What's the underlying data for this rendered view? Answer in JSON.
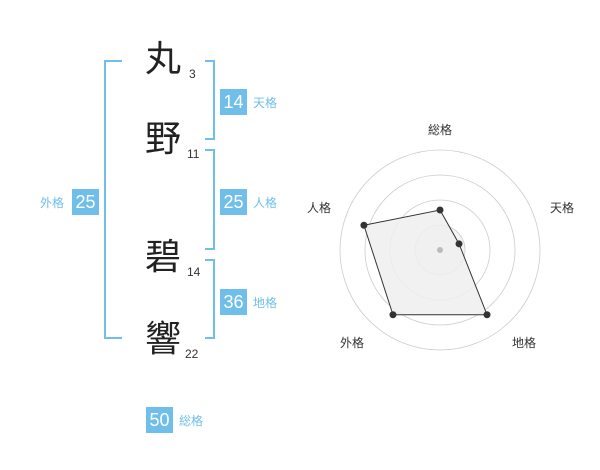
{
  "name_chars": [
    {
      "char": "丸",
      "strokes": "3"
    },
    {
      "char": "野",
      "strokes": "11"
    },
    {
      "char": "碧",
      "strokes": "14"
    },
    {
      "char": "響",
      "strokes": "22"
    }
  ],
  "fortunes": {
    "tenkaku": {
      "value": "14",
      "label": "天格"
    },
    "jinkaku": {
      "value": "25",
      "label": "人格"
    },
    "chikaku": {
      "value": "36",
      "label": "地格"
    },
    "gaikaku": {
      "value": "25",
      "label": "外格"
    },
    "soukaku": {
      "value": "50",
      "label": "総格"
    }
  },
  "colors": {
    "accent": "#6fbfea",
    "radar_fill": "#efefef",
    "radar_ring": "#cccccc"
  },
  "chart_data": {
    "type": "radar",
    "axes": [
      "総格",
      "天格",
      "地格",
      "外格",
      "人格"
    ],
    "values": [
      2,
      1,
      4,
      4,
      4
    ],
    "max": 5,
    "rings": 4
  }
}
